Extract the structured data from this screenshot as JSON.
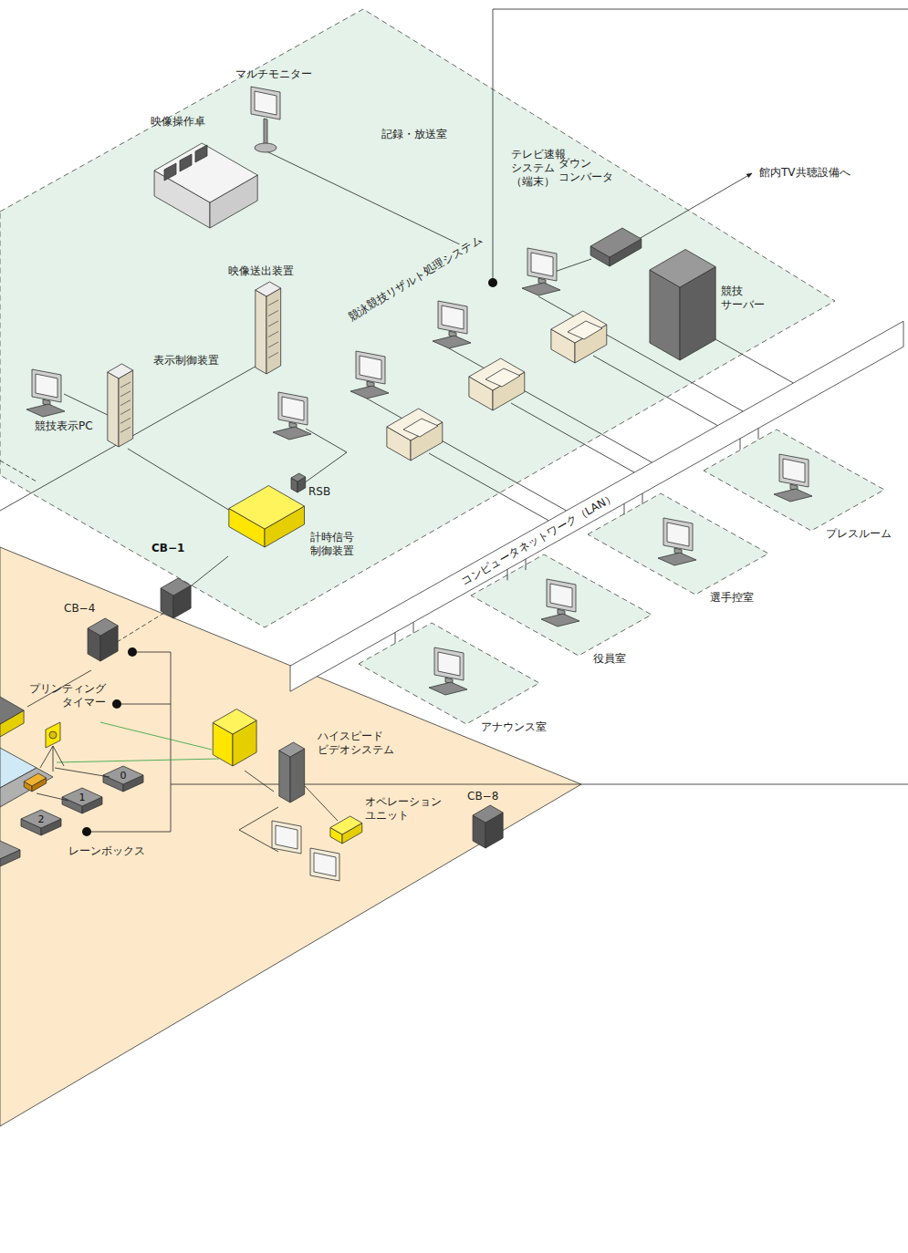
{
  "diagram": {
    "nodes": [
      {
        "text": [
          "記録・放送室"
        ]
      },
      {
        "text": [
          "プレスルーム"
        ]
      },
      {
        "text": [
          "選手控室"
        ]
      },
      {
        "text": [
          "役員室"
        ]
      },
      {
        "text": [
          "アナウンス室"
        ]
      },
      {
        "text": [
          "0"
        ]
      },
      {
        "text": [
          "1"
        ]
      },
      {
        "text": [
          "2"
        ]
      }
    ],
    "labels": [
      "マルチモニター",
      "館内TV共聴設備へ",
      "映像操作卓",
      "テレビ速報 システム （端末）",
      "ダウン コンバータ",
      "競技 サーバー",
      "映像送出装置",
      "競泳競技リザルト処理システム",
      "表示制御装置",
      "競技表示PC",
      "RSB",
      "計時信号 制御装置",
      "CB−1",
      "コンピュータネットワーク（LAN）",
      "CB−4",
      "プリンティング タイマー",
      "ハイスピード ビデオシステム",
      "オペレーション ユニット",
      "CB−8",
      "レーンボックス"
    ]
  }
}
